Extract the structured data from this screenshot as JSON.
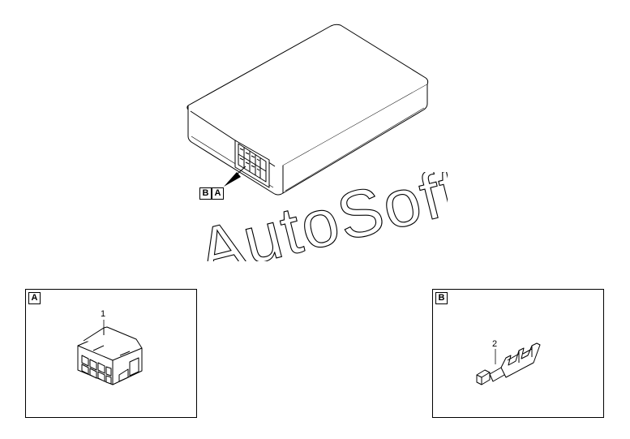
{
  "main_view": {
    "callout_labels": [
      "B",
      "A"
    ]
  },
  "watermark": {
    "text": "AutoSoft"
  },
  "details": [
    {
      "label": "A",
      "part_number": "1",
      "part": "connector-housing"
    },
    {
      "label": "B",
      "part_number": "2",
      "part": "terminal-pin"
    }
  ],
  "colors": {
    "line": "#000000",
    "background": "#ffffff",
    "watermark_outline": "#000000"
  }
}
